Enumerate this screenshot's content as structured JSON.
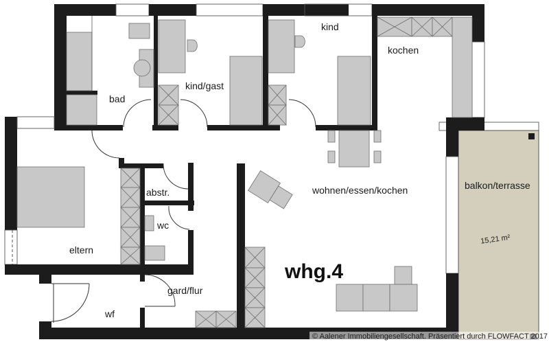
{
  "plan": {
    "title": "whg.4",
    "rooms": {
      "bad": "bad",
      "kind_gast": "kind/gast",
      "kind": "kind",
      "kochen": "kochen",
      "wohnen": "wohnen/essen/kochen",
      "balkon": "balkon/terrasse",
      "balkon_area": "15,21 m²",
      "eltern": "eltern",
      "abstr": "abstr.",
      "wc": "wc",
      "gard_flur": "gard/flur",
      "wf": "wf"
    }
  },
  "colors": {
    "wall": "#1c1c1c",
    "furniture": "#c8c8c8",
    "balcony": "#d4cfbd",
    "background": "#ffffff"
  },
  "footer": {
    "copyright": "© Aalener Immobiliengesellschaft. Präsentiert durch FLOWFACT 2017"
  }
}
